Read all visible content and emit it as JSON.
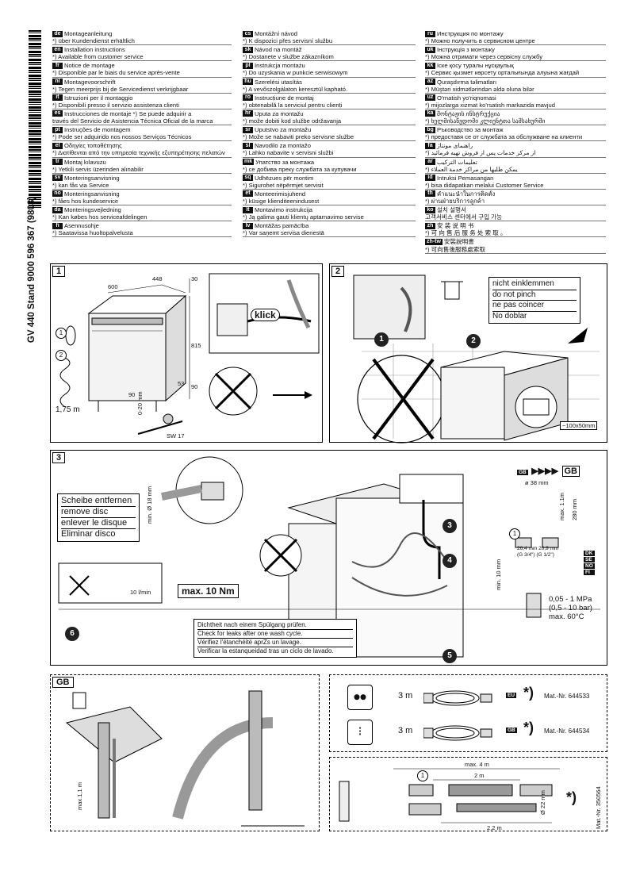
{
  "header": {
    "doc_code": "GV 440 Stand   9000 596 367  (9803)"
  },
  "languages": {
    "col1": [
      {
        "code": "de",
        "title": "Montageanleitung",
        "note": "*) über Kundendienst erhältlich"
      },
      {
        "code": "en",
        "title": "Installation instructions",
        "note": "*) Available from customer service"
      },
      {
        "code": "fr",
        "title": "Notice de montage",
        "note": "*) Disponible par le biais du service après-vente"
      },
      {
        "code": "nl",
        "title": "Montagevoorschrift",
        "note": "*) Tegen meerprijs bij de Servicedienst verkrijgbaar"
      },
      {
        "code": "it",
        "title": "Istruzioni per il montaggio",
        "note": "*) Disponibili presso il servizio assistenza clienti"
      },
      {
        "code": "es",
        "title": "Instrucciones de montaje   *) Se puede adquirir a",
        "note": "través del Servicio de Asistencia Técnica Oficial de la marca"
      },
      {
        "code": "pt",
        "title": "Instruções de montagem",
        "note": "*) Pode ser adquirido nos nossos Serviços Técnicos"
      },
      {
        "code": "el",
        "title": "Οδηγίες τοποθέτησης",
        "note": "*) Διατίθενται από την υπηρεσία τεχνικής εξυπηρέτησης πελατών"
      },
      {
        "code": "tr",
        "title": "Montaj kılavuzu",
        "note": "*) Yetkili servis üzerinden alınabilir"
      },
      {
        "code": "sv",
        "title": "Monteringsanvisning",
        "note": "*) kan fås via Service"
      },
      {
        "code": "no",
        "title": "Monteringsanvisning",
        "note": "*) fåes hos kundeservice"
      },
      {
        "code": "da",
        "title": "Monteringsvejledning",
        "note": "*) Kan købes hos serviceafdelingen"
      },
      {
        "code": "fi",
        "title": "Asennusohje",
        "note": "*) Saatavissa huoltopalvelusta"
      }
    ],
    "col2": [
      {
        "code": "cs",
        "title": "Montážní návod",
        "note": "*) K dispozici přes servisní službu"
      },
      {
        "code": "sk",
        "title": "Návod na montáž",
        "note": "*) Dostanete v službe zákazníkom"
      },
      {
        "code": "pl",
        "title": "Instrukcja montażu",
        "note": "*) Do uzyskania w punkcie serwisowym"
      },
      {
        "code": "hu",
        "title": "Szerelési utasítás",
        "note": "*) A vevőszolgálaton keresztül kapható."
      },
      {
        "code": "ro",
        "title": "Instrucțiune de montaj",
        "note": "*) obtenabilă la serviciul pentru clienți"
      },
      {
        "code": "hr",
        "title": "Uputa za montažu",
        "note": "*) može dobiti kod službe održavanja"
      },
      {
        "code": "sr",
        "title": "Uputstvo za montažu",
        "note": "*) Može se nabaviti preko servisne službe"
      },
      {
        "code": "sl",
        "title": "Navodilo za montažo",
        "note": "*) Lahko nabavite v servisni službi"
      },
      {
        "code": "mk",
        "title": "Упатство за монтажа",
        "note": "*) се добива преку службата за купувачи"
      },
      {
        "code": "sq",
        "title": "Udhëzues për montim",
        "note": "*) Sigurohet nëpërmjet servisit"
      },
      {
        "code": "et",
        "title": "Monteerimisjuhend",
        "note": "*) küsige klienditeenindusest"
      },
      {
        "code": "lt",
        "title": "Montavimo instrukcija",
        "note": "*) Ją galima gauti klientų aptarnavimo servise"
      },
      {
        "code": "lv",
        "title": "Montāžas pamācība",
        "note": "*) Var saņemt servisa dienestā"
      }
    ],
    "col3": [
      {
        "code": "ru",
        "title": "Инструкция по монтажу",
        "note": "*) Можно получить в сервисном центре"
      },
      {
        "code": "uk",
        "title": "Інструкція з монтажу",
        "note": "*) Можна отримати через сервісну службу"
      },
      {
        "code": "kk",
        "title": "Іске қосу туралы нұсқаулық",
        "note": "*) Сервис қызмет көрсету орталығында алуына жағдай"
      },
      {
        "code": "az",
        "title": "Quraşdırma təlimatları",
        "note": "*) Müştəri xidmətlərindən əldə oluna bilər"
      },
      {
        "code": "uz",
        "title": "O'rnatish yo'riqnomasi",
        "note": "*) mijozlarga xizmat ko'rsatish markazida mavjud"
      },
      {
        "code": "ka",
        "title": "მონტაჟის ინსტრუქცია",
        "note": "*) ხელმისაწვდომი კლიენტთა სამსახურში"
      },
      {
        "code": "bg",
        "title": "Ръководство за монтаж",
        "note": "*) предоставя се от службата за обслужване на клиенти"
      },
      {
        "code": "fa",
        "title": "راهنمای مونتاژ",
        "note": "*) از مرکز خدمات پس از فروش تهیه فرمائید"
      },
      {
        "code": "ar",
        "title": "تعليمات التركيب",
        "note": "*) يمكن طلبها من مراكز خدمة العملاء"
      },
      {
        "code": "id",
        "title": "Intruksi Pemasangan",
        "note": "*) bisa didapatkan melalui Customer Service"
      },
      {
        "code": "th",
        "title": "คำแนะนำในการติดตั้ง",
        "note": "*) ผ่านฝ่ายบริการลูกค้า"
      },
      {
        "code": "ko",
        "title": "설치 설명서",
        "note": "고객서비스 센터에서 구입 가능"
      },
      {
        "code": "zh",
        "title": "安 装 说 明 书",
        "note": "*) 可 向 售 后 服 务 处 索 取 。"
      },
      {
        "code": "zh-tw",
        "title": "安裝說明書",
        "note": "*) 可向售後服務處索取"
      }
    ]
  },
  "panel1": {
    "num": "1",
    "dims": {
      "w": "600",
      "d": "448",
      "t": "30",
      "h": "815",
      "h2": "90",
      "a1": "90",
      "a2": "53",
      "adj": "0-20 mm",
      "sw": "SW 17"
    },
    "klick": "klick",
    "item1": "1",
    "item2": "2",
    "hose_len": "1,75 m"
  },
  "panel2": {
    "num": "2",
    "steps": [
      "1",
      "2"
    ],
    "warn_lines": [
      "nicht einklemmen",
      "do not pinch",
      "ne pas coincer",
      "No doblar"
    ],
    "opening": "~100x50mm"
  },
  "panel3": {
    "num": "3",
    "disc_lines": [
      "Scheibe entfernen",
      "remove disc",
      "enlever le disque",
      "Eliminar disco"
    ],
    "min_dia": "min. Ø 18 mm",
    "flow": "10 l/min",
    "torque": "max. 10 Nm",
    "callouts": [
      "3",
      "4",
      "5",
      "6"
    ],
    "gb_tag": "GB",
    "gb_label": "GB",
    "dia38": "ø 38 mm",
    "max11": "max. 1.1m",
    "mm280": "280 mm",
    "c1": "1",
    "thread1": "26,4 mm  20,9 mm",
    "thread2": "(G 3/4\")   (G 1/2\")",
    "min10": "min. 10 mm",
    "countries": [
      "DK",
      "SE",
      "NO",
      "FI"
    ],
    "pressure": [
      "0,05 - 1 MPa",
      "(0,5 - 10 bar)",
      "max. 60°C"
    ],
    "leak_lines": [
      "Dichtheit nach einem Spülgang prüfen.",
      "Check for leaks after one wash cycle.",
      "Vérifiez l'étanchéité aprZs un lavage.",
      "Verificar la estanqueidad tras un ciclo de lavado."
    ]
  },
  "panel_gb": {
    "label": "GB",
    "max": "max.1,1 m"
  },
  "panel_cables": {
    "rows": [
      {
        "len": "3 m",
        "tag": "EU",
        "star": "*)",
        "mat": "Mat.-Nr. 644533"
      },
      {
        "len": "3 m",
        "tag": "GB",
        "star": "*)",
        "mat": "Mat.-Nr. 644534"
      }
    ]
  },
  "panel_hose": {
    "max4": "max. 4 m",
    "two_m": "2 m",
    "one": "1",
    "dia22": "Ø 22 mm",
    "twotwo": "2,2 m",
    "star": "*)",
    "mat": "Mat.-Nr. 350564"
  }
}
